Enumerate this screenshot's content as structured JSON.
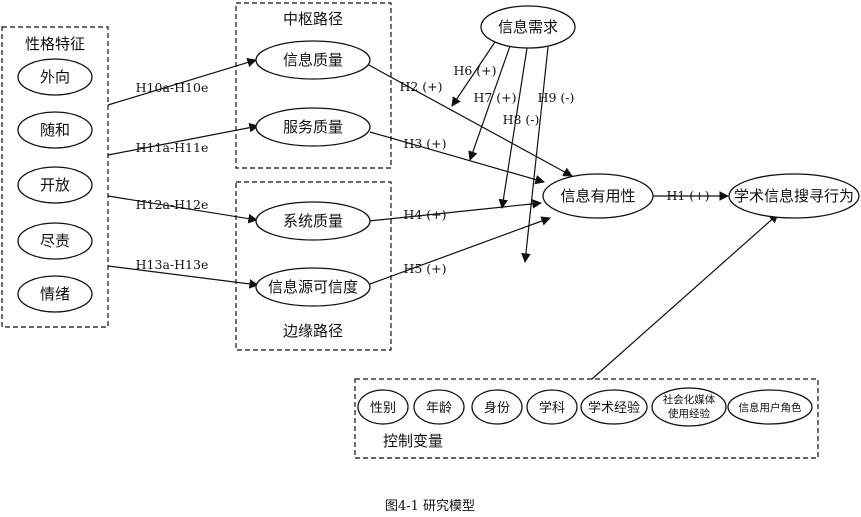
{
  "groups": {
    "personality": "性格特征",
    "central": "中枢路径",
    "peripheral": "边缘路径",
    "controls": "控制变量"
  },
  "traits": [
    "外向",
    "随和",
    "开放",
    "尽责",
    "情绪"
  ],
  "central_nodes": {
    "info_quality": "信息质量",
    "service_quality": "服务质量"
  },
  "peripheral_nodes": {
    "system_quality": "系统质量",
    "source_credibility": "信息源可信度"
  },
  "info_need": "信息需求",
  "usefulness": "信息有用性",
  "outcome": "学术信息搜寻行为",
  "controls": {
    "gender": "性别",
    "age": "年龄",
    "identity": "身份",
    "discipline": "学科",
    "academic_experience": "学术经验",
    "social_media_line1": "社会化媒体",
    "social_media_line2": "使用经验",
    "user_role": "信息用户角色"
  },
  "edge_labels": {
    "h10": "H10a-H10e",
    "h11": "H11a-H11e",
    "h12": "H12a-H12e",
    "h13": "H13a-H13e",
    "h1": "H1 (+)",
    "h2": "H2 (+)",
    "h3": "H3 (+)",
    "h4": "H4 (+)",
    "h5": "H5 (+)",
    "h6": "H6 (+)",
    "h7": "H7 (+)",
    "h8": "H8 (-)",
    "h9": "H9 (-)"
  },
  "caption": "图4-1  研究模型"
}
